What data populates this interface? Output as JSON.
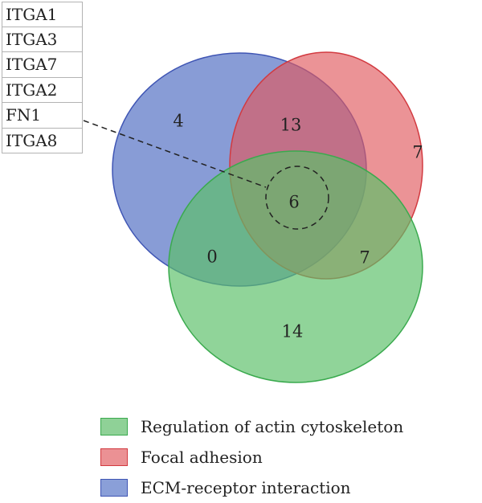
{
  "genes": [
    "ITGA1",
    "ITGA3",
    "ITGA7",
    "ITGA2",
    "FN1",
    "ITGA8"
  ],
  "sets": [
    {
      "key": "ecm",
      "label": "ECM-receptor interaction",
      "fill": "#5a76c6",
      "stroke": "#3f55b4"
    },
    {
      "key": "focal",
      "label": "Focal adhesion",
      "fill": "#e37074",
      "stroke": "#d23a40"
    },
    {
      "key": "actin",
      "label": "Regulation of actin cytoskeleton",
      "fill": "#6fc87a",
      "stroke": "#3aaa4e"
    }
  ],
  "regions": {
    "ecm_only": "4",
    "ecm_focal": "13",
    "focal_only": "7",
    "all_three": "6",
    "ecm_actin": "0",
    "focal_actin": "7",
    "actin_only": "14"
  },
  "legend_order": [
    "actin",
    "focal",
    "ecm"
  ]
}
